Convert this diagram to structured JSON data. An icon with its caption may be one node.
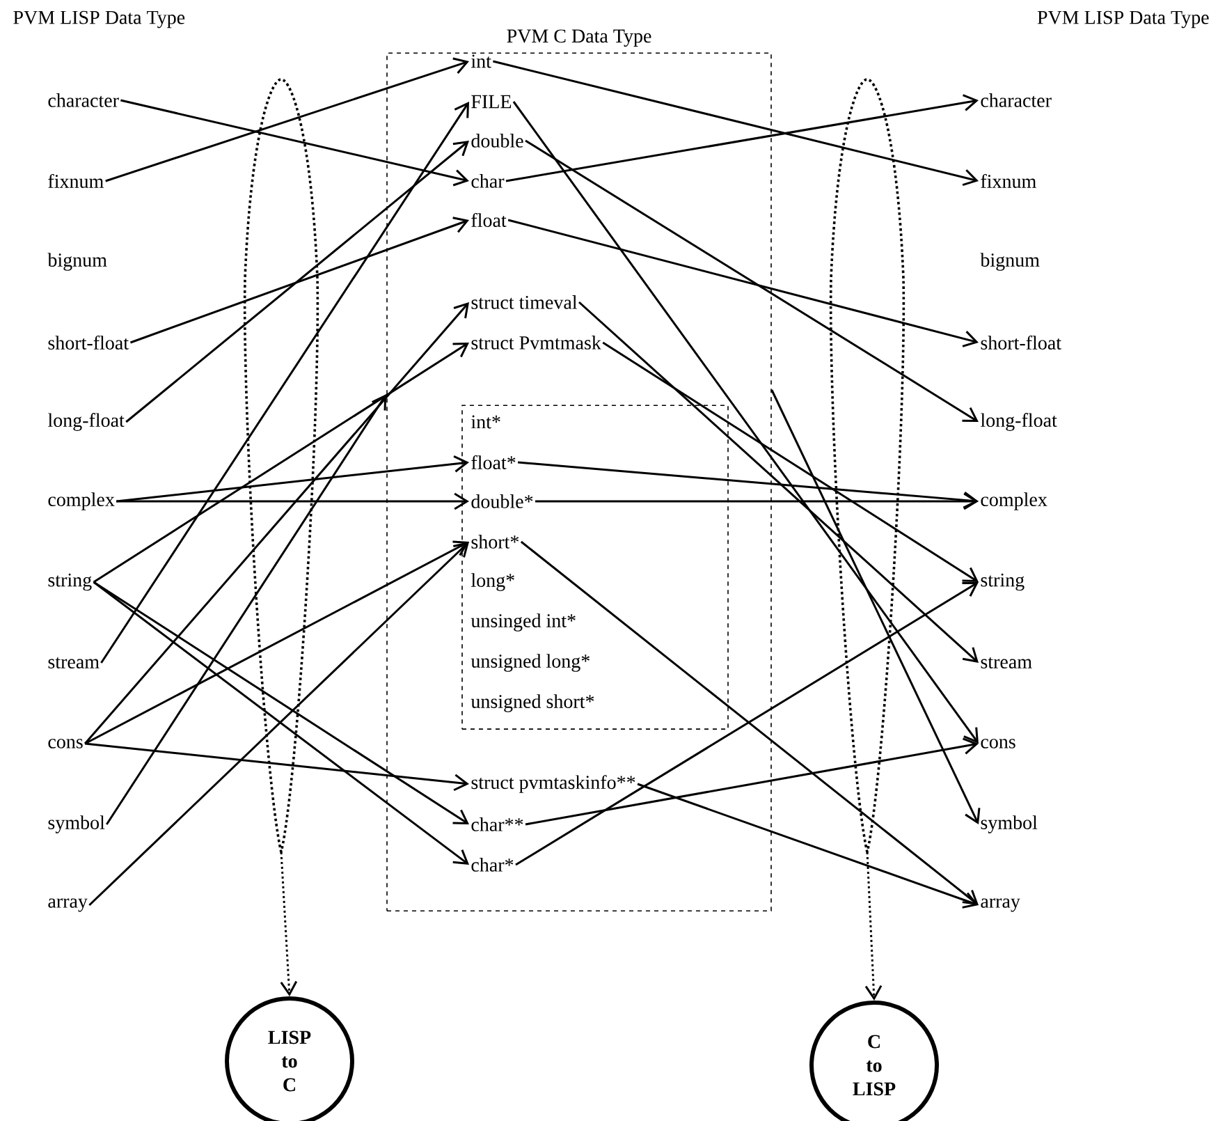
{
  "diagram": {
    "nodes": [
      {
        "text": [
          "character"
        ]
      },
      {
        "text": [
          "fixnum"
        ]
      },
      {
        "text": [
          "bignum"
        ]
      },
      {
        "text": [
          "short-float"
        ]
      },
      {
        "text": [
          "long-float"
        ]
      },
      {
        "text": [
          "complex"
        ]
      },
      {
        "text": [
          "string"
        ]
      },
      {
        "text": [
          "stream"
        ]
      },
      {
        "text": [
          "cons"
        ]
      },
      {
        "text": [
          "symbol"
        ]
      },
      {
        "text": [
          "array"
        ]
      },
      {
        "text": [
          "PVM C Data Type"
        ]
      },
      {
        "text": [
          "int"
        ],
        "in": 11
      },
      {
        "text": [
          "FILE"
        ],
        "in": 11
      },
      {
        "text": [
          "double"
        ],
        "in": 11
      },
      {
        "text": [
          "char"
        ],
        "in": 11
      },
      {
        "text": [
          "float"
        ],
        "in": 11
      },
      {
        "text": [
          "struct timeval"
        ],
        "in": 11
      },
      {
        "text": [
          "struct Pvmtmask"
        ],
        "in": 11
      },
      {
        "text": [],
        "shape": "box",
        "in": 11
      },
      {
        "text": [
          "int*"
        ],
        "in": 19
      },
      {
        "text": [
          "float*"
        ],
        "in": 19
      },
      {
        "text": [
          "double*"
        ],
        "in": 19
      },
      {
        "text": [
          "short*"
        ],
        "in": 19
      },
      {
        "text": [
          "long*"
        ],
        "in": 19
      },
      {
        "text": [
          "unsinged int*"
        ],
        "in": 19
      },
      {
        "text": [
          "unsigned long*"
        ],
        "in": 19
      },
      {
        "text": [
          "unsigned short*"
        ],
        "in": 19
      },
      {
        "text": [
          "struct pvmtaskinfo**"
        ],
        "in": 11
      },
      {
        "text": [
          "char**"
        ],
        "in": 11
      },
      {
        "text": [
          "char*"
        ],
        "in": 11
      },
      {
        "text": [
          "character"
        ]
      },
      {
        "text": [
          "fixnum"
        ]
      },
      {
        "text": [
          "bignum"
        ]
      },
      {
        "text": [
          "short-float"
        ]
      },
      {
        "text": [
          "long-float"
        ]
      },
      {
        "text": [
          "complex"
        ]
      },
      {
        "text": [
          "string"
        ]
      },
      {
        "text": [
          "stream"
        ]
      },
      {
        "text": [
          "cons"
        ]
      },
      {
        "text": [
          "symbol"
        ]
      },
      {
        "text": [
          "array"
        ]
      },
      {
        "text": [
          "LISP to C"
        ]
      },
      {
        "text": [
          "C to LISP"
        ]
      }
    ],
    "edges": [
      {
        "from": 0,
        "to": 15,
        "arrow": "to"
      },
      {
        "from": 1,
        "to": 12,
        "arrow": "to"
      },
      {
        "from": 3,
        "to": 16,
        "arrow": "to"
      },
      {
        "from": 4,
        "to": 14,
        "arrow": "to"
      },
      {
        "from": 5,
        "to": 21,
        "arrow": "to"
      },
      {
        "from": 5,
        "to": 22,
        "arrow": "to"
      },
      {
        "from": 6,
        "to": 18,
        "arrow": "to"
      },
      {
        "from": 6,
        "to": 29,
        "arrow": "to"
      },
      {
        "from": 6,
        "to": 30,
        "arrow": "to"
      },
      {
        "from": 7,
        "to": 13,
        "arrow": "to"
      },
      {
        "from": 8,
        "to": 17,
        "arrow": "to"
      },
      {
        "from": 8,
        "to": 23,
        "arrow": "to"
      },
      {
        "from": 8,
        "to": 28,
        "arrow": "to"
      },
      {
        "from": 9,
        "to": 11,
        "arrow": "to"
      },
      {
        "from": 10,
        "to": 23,
        "arrow": "to"
      },
      {
        "from": 12,
        "to": 32,
        "arrow": "to"
      },
      {
        "from": 15,
        "to": 31,
        "arrow": "to"
      },
      {
        "from": 16,
        "to": 34,
        "arrow": "to"
      },
      {
        "from": 14,
        "to": 35,
        "arrow": "to"
      },
      {
        "from": 13,
        "to": 39,
        "arrow": "to"
      },
      {
        "from": 17,
        "to": 38,
        "arrow": "to"
      },
      {
        "from": 18,
        "to": 37,
        "arrow": "to"
      },
      {
        "from": 21,
        "to": 36,
        "arrow": "to"
      },
      {
        "from": 22,
        "to": 36,
        "arrow": "to"
      },
      {
        "from": 23,
        "to": 41,
        "arrow": "to"
      },
      {
        "from": 28,
        "to": 41,
        "arrow": "to"
      },
      {
        "from": 29,
        "to": 39,
        "arrow": "to"
      },
      {
        "from": 30,
        "to": 37,
        "arrow": "to"
      },
      {
        "from": 11,
        "to": 40,
        "arrow": "to"
      },
      {
        "from": null,
        "to": 42,
        "arrow": "to",
        "style": "dashed"
      },
      {
        "from": null,
        "to": 43,
        "arrow": "to",
        "style": "dashed"
      }
    ],
    "labels": [
      "PVM LISP Data Type",
      "PVM LISP Data Type"
    ]
  }
}
